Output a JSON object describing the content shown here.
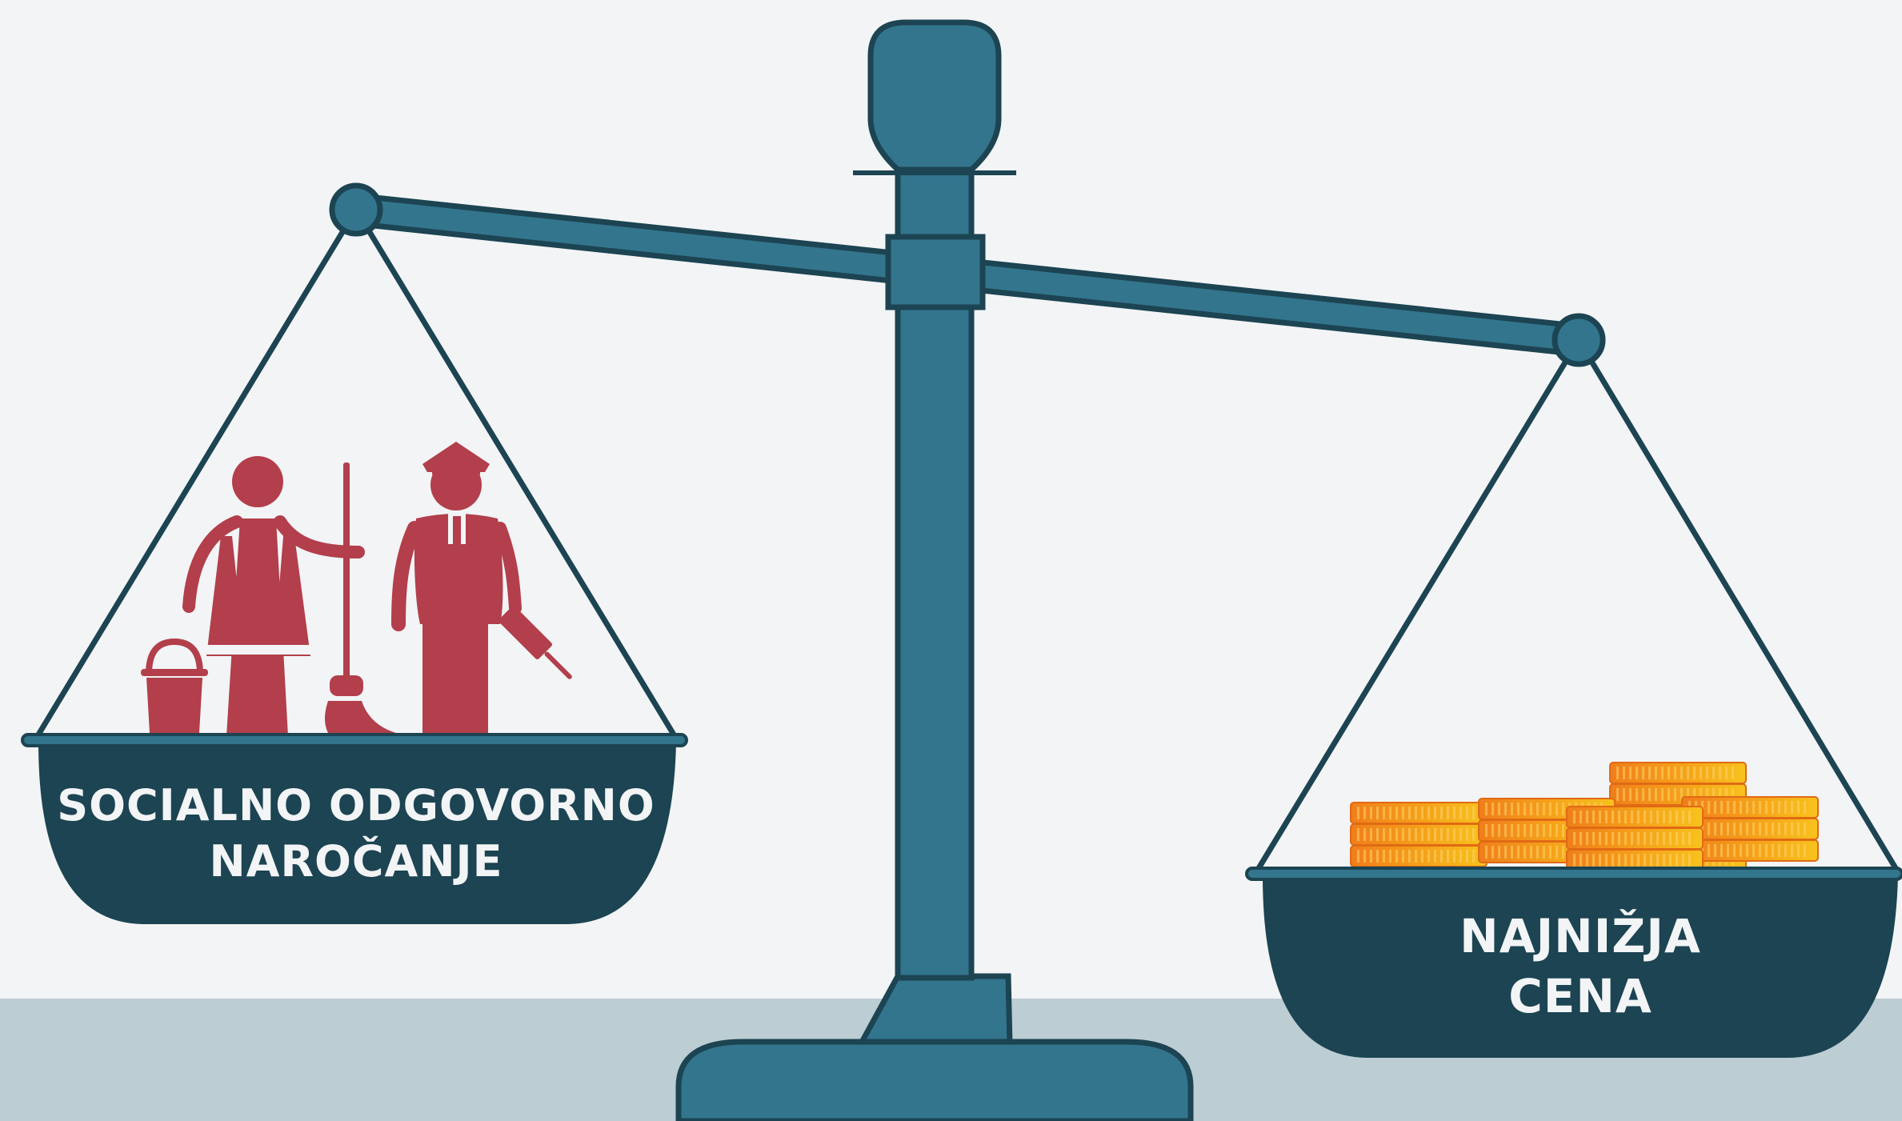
{
  "left_pan": {
    "line1": "SOCIALNO ODGOVORNO",
    "line2": "NAROČANJE",
    "icons": [
      "bucket-icon",
      "cleaner-woman-icon",
      "mop-icon",
      "security-guard-icon"
    ]
  },
  "right_pan": {
    "line1": "NAJNIŽJA",
    "line2": "CENA",
    "icons": [
      "coin-stacks-icon"
    ]
  },
  "colors": {
    "background_top": "#f2f4f6",
    "background_floor": "#bccdd3",
    "scale_teal": "#33758d",
    "scale_outline": "#1c4452",
    "pan_dark": "#1c4452",
    "figure_red": "#b23f4b",
    "coin_gold": "#f6b317",
    "coin_orange": "#f07e1b"
  }
}
